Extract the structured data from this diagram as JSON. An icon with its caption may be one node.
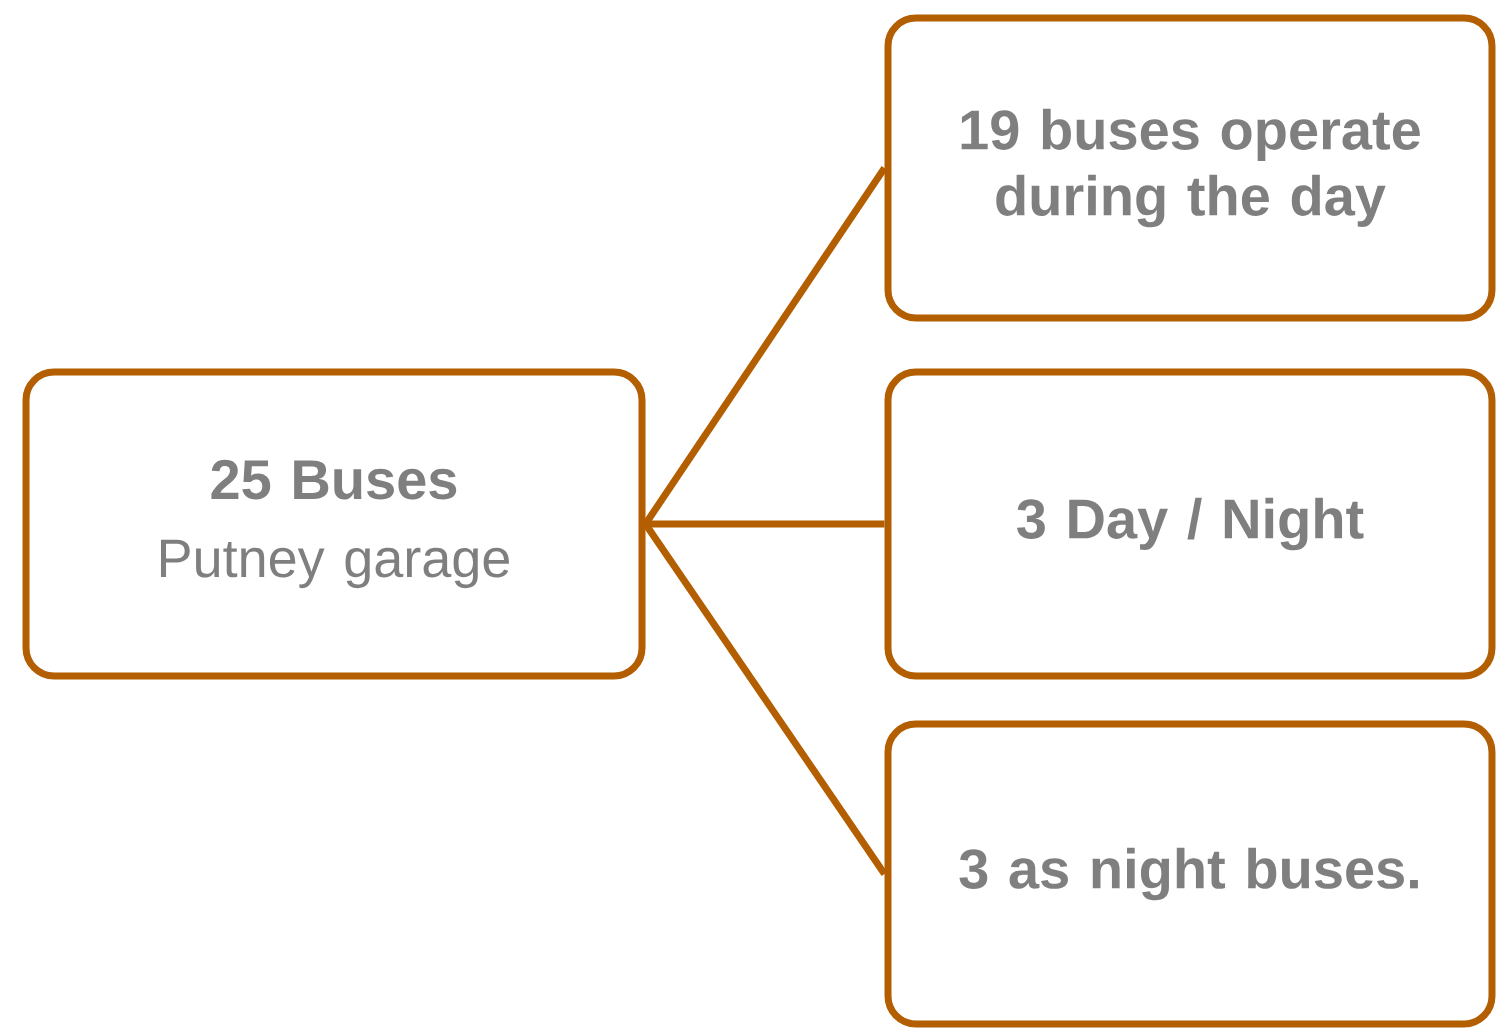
{
  "diagram": {
    "nodes": [
      {
        "text": [
          "25 Buses",
          "Putney garage"
        ]
      },
      {
        "text": [
          "19 buses operate during the day"
        ]
      },
      {
        "text": [
          "3 Day / Night"
        ]
      },
      {
        "text": [
          "3 as night buses."
        ]
      }
    ],
    "edges": [
      {
        "from": 0,
        "to": 1,
        "arrow": "none"
      },
      {
        "from": 0,
        "to": 2,
        "arrow": "none"
      },
      {
        "from": 0,
        "to": 3,
        "arrow": "none"
      }
    ]
  }
}
